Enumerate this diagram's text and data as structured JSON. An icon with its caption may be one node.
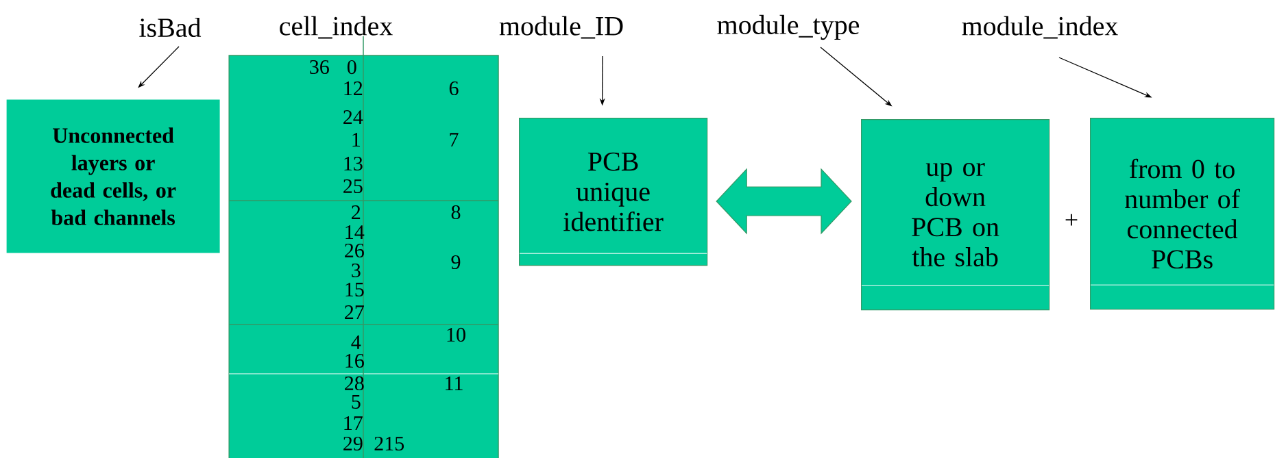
{
  "diagram": {
    "nodes": [
      {
        "text": [
          "isBad"
        ]
      },
      {
        "text": [
          "Unconnected layers or dead cells, or bad channels"
        ]
      },
      {
        "text": [
          "module_ID"
        ]
      },
      {
        "text": [
          "PCB unique identifier"
        ]
      },
      {
        "text": [
          "module_type"
        ]
      },
      {
        "text": [
          "up or down PCB on the slab"
        ]
      },
      {
        "text": [
          "module_index"
        ]
      },
      {
        "text": [
          "from 0 to number of connected PCBs"
        ]
      }
    ],
    "edges": [
      {
        "from": 0,
        "to": 1,
        "arrow": "to"
      },
      {
        "from": 2,
        "to": 3,
        "arrow": "to"
      },
      {
        "from": 4,
        "to": 5,
        "arrow": "to"
      },
      {
        "from": 6,
        "to": 7,
        "arrow": "to"
      },
      {
        "from": 3,
        "to": 5,
        "arrow": "both",
        "style": "thick"
      }
    ],
    "labels": [
      "cell_index",
      "36",
      "0",
      "12",
      "6",
      "24",
      "1",
      "7",
      "13",
      "25",
      "2",
      "8",
      "14",
      "26",
      "3",
      "9",
      "15",
      "27",
      "10",
      "4",
      "16",
      "28",
      "11",
      "5",
      "17",
      "29",
      "215",
      "+"
    ]
  }
}
